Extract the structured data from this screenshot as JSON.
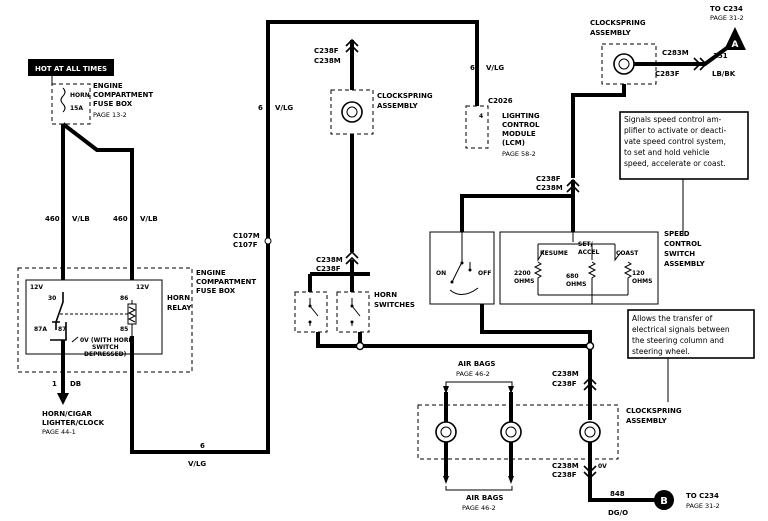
{
  "hot_at_all_times": "HOT AT ALL TIMES",
  "fuse_box_top": {
    "fuse_id": "HORN",
    "fuse_amp": "15A",
    "title_lines": [
      "ENGINE",
      "COMPARTMENT",
      "FUSE BOX"
    ],
    "page": "PAGE 13-2"
  },
  "wires": {
    "w460a_num": "460",
    "w460a_color": "V/LB",
    "w460b_num": "460",
    "w460b_color": "V/LB",
    "w6_left_num": "6",
    "w6_left_color": "V/LG",
    "w6_top_num": "6",
    "w6_top_color": "V/LG",
    "w6_bottom_num": "6",
    "w6_bottom_color": "V/LG",
    "w1_num": "1",
    "w1_color": "DB",
    "w151_num": "151",
    "w151_color": "LB/BK",
    "w848_num": "848",
    "w848_color": "DG/O"
  },
  "connectors": {
    "c107m": "C107M",
    "c107f": "C107F",
    "c238f_top": "C238F",
    "c238m_top": "C238M",
    "c283m": "C283M",
    "c283f": "C283F",
    "c2026": "C2026",
    "c2026_pin": "4",
    "c238f_mid": "C238F",
    "c238m_mid": "C238M",
    "c238m_horn": "C238M",
    "c238f_horn": "C238F",
    "c238m_cs": "C238M",
    "c238f_cs": "C238F",
    "c238m_bot": "C238M",
    "c238f_bot": "C238F",
    "ov_bottom": "0V"
  },
  "relay_box": {
    "title_lines": [
      "ENGINE",
      "COMPARTMENT",
      "FUSE BOX"
    ],
    "relay_name_lines": [
      "HORN",
      "RELAY"
    ],
    "v12_left": "12V",
    "v12_right": "12V",
    "pin30": "30",
    "pin86": "86",
    "pin87a": "87A",
    "pin87": "87",
    "pin85": "85",
    "note_lines": [
      "0V (WITH HORN",
      "SWITCH",
      "DEPRESSED)"
    ]
  },
  "horn_cigar": {
    "lines": [
      "HORN/CIGAR",
      "LIGHTER/CLOCK"
    ],
    "page": "PAGE 44-1"
  },
  "clockspring_top_left": {
    "lines": [
      "CLOCKSPRING",
      "ASSEMBLY"
    ]
  },
  "clockspring_top_right": {
    "lines": [
      "CLOCKSPRING",
      "ASSEMBLY"
    ]
  },
  "clockspring_bottom": {
    "lines": [
      "CLOCKSPRING",
      "ASSEMBLY"
    ]
  },
  "lcm": {
    "lines": [
      "LIGHTING",
      "CONTROL",
      "MODULE",
      "(LCM)"
    ],
    "page": "PAGE 58-2"
  },
  "to_c234_top": {
    "label": "TO C234",
    "page": "PAGE 31-2",
    "badge": "A"
  },
  "to_c234_bottom": {
    "label": "TO C234",
    "page": "PAGE 31-2",
    "badge": "B"
  },
  "info_box_top": {
    "lines": [
      "Signals speed control am-",
      "plifier to activate or deacti-",
      "vate speed control system,",
      "to set and hold vehicle",
      "speed, accelerate or coast."
    ]
  },
  "speed_control": {
    "title_lines": [
      "SPEED",
      "CONTROL",
      "SWITCH",
      "ASSEMBLY"
    ],
    "on": "ON",
    "off": "OFF",
    "resume": "RESUME",
    "set_lines": [
      "SET/",
      "ACCEL"
    ],
    "coast": "COAST",
    "r1_lines": [
      "2200",
      "OHMS"
    ],
    "r2_lines": [
      "680",
      "OHMS"
    ],
    "r3_lines": [
      "120",
      "OHMS"
    ]
  },
  "horn_switches": {
    "lines": [
      "HORN",
      "SWITCHES"
    ]
  },
  "info_box_bottom": {
    "lines": [
      "Allows the transfer of",
      "electrical signals between",
      "the steering column and",
      "steering wheel."
    ]
  },
  "air_bags_top": {
    "label": "AIR BAGS",
    "page": "PAGE 46-2"
  },
  "air_bags_bottom": {
    "label": "AIR BAGS",
    "page": "PAGE 46-2"
  }
}
